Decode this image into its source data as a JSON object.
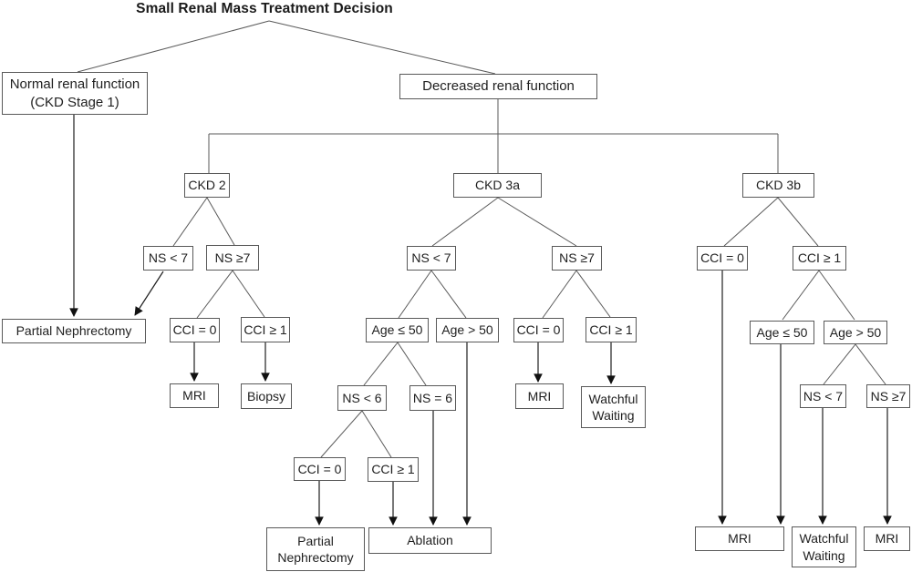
{
  "title": "Small Renal Mass Treatment Decision",
  "nodes": {
    "normal_renal": {
      "line1": "Normal renal function",
      "line2": "(CKD Stage 1)"
    },
    "decreased": {
      "label": "Decreased renal function"
    },
    "ckd2": {
      "label": "CKD 2"
    },
    "ckd3a": {
      "label": "CKD 3a"
    },
    "ckd3b": {
      "label": "CKD 3b"
    },
    "ckd2_ns_lt7": {
      "label": "NS < 7"
    },
    "ckd2_ns_ge7": {
      "label": "NS ≥7"
    },
    "partial_nephrectomy_left": {
      "label": "Partial Nephrectomy"
    },
    "ckd2_cci_0": {
      "label": "CCI = 0"
    },
    "ckd2_cci_1": {
      "label": "CCI ≥ 1"
    },
    "ckd2_mri": {
      "label": "MRI"
    },
    "biopsy": {
      "label": "Biopsy"
    },
    "ckd3a_ns_lt7": {
      "label": "NS < 7"
    },
    "ckd3a_ns_ge7": {
      "label": "NS ≥7"
    },
    "ckd3a_age_le50": {
      "label": "Age ≤ 50"
    },
    "ckd3a_age_gt50": {
      "label": "Age > 50"
    },
    "ns_lt6": {
      "label": "NS < 6"
    },
    "ns_eq6": {
      "label": "NS = 6"
    },
    "deep_cci_0": {
      "label": "CCI = 0"
    },
    "deep_cci_1": {
      "label": "CCI ≥ 1"
    },
    "partial_nephrectomy_bottom": {
      "line1": "Partial",
      "line2": "Nephrectomy"
    },
    "ablation": {
      "label": "Ablation"
    },
    "ckd3a_cci_0": {
      "label": "CCI = 0"
    },
    "ckd3a_cci_1": {
      "label": "CCI ≥ 1"
    },
    "ckd3a_mri": {
      "label": "MRI"
    },
    "ckd3a_watchful": {
      "line1": "Watchful",
      "line2": "Waiting"
    },
    "ckd3b_cci_0": {
      "label": "CCI = 0"
    },
    "ckd3b_cci_1": {
      "label": "CCI ≥ 1"
    },
    "ckd3b_age_le50": {
      "label": "Age ≤ 50"
    },
    "ckd3b_age_gt50": {
      "label": "Age > 50"
    },
    "ckd3b_ns_lt7": {
      "label": "NS < 7"
    },
    "ckd3b_ns_ge7": {
      "label": "NS ≥7"
    },
    "ckd3b_mri_left": {
      "label": "MRI"
    },
    "ckd3b_watchful": {
      "line1": "Watchful",
      "line2": "Waiting"
    },
    "ckd3b_mri_right": {
      "label": "MRI"
    }
  },
  "colors": {
    "box_border": "#595959",
    "split_line": "#595959",
    "arrow_line": "#1f1f1f",
    "text": "#1f1f1f"
  }
}
